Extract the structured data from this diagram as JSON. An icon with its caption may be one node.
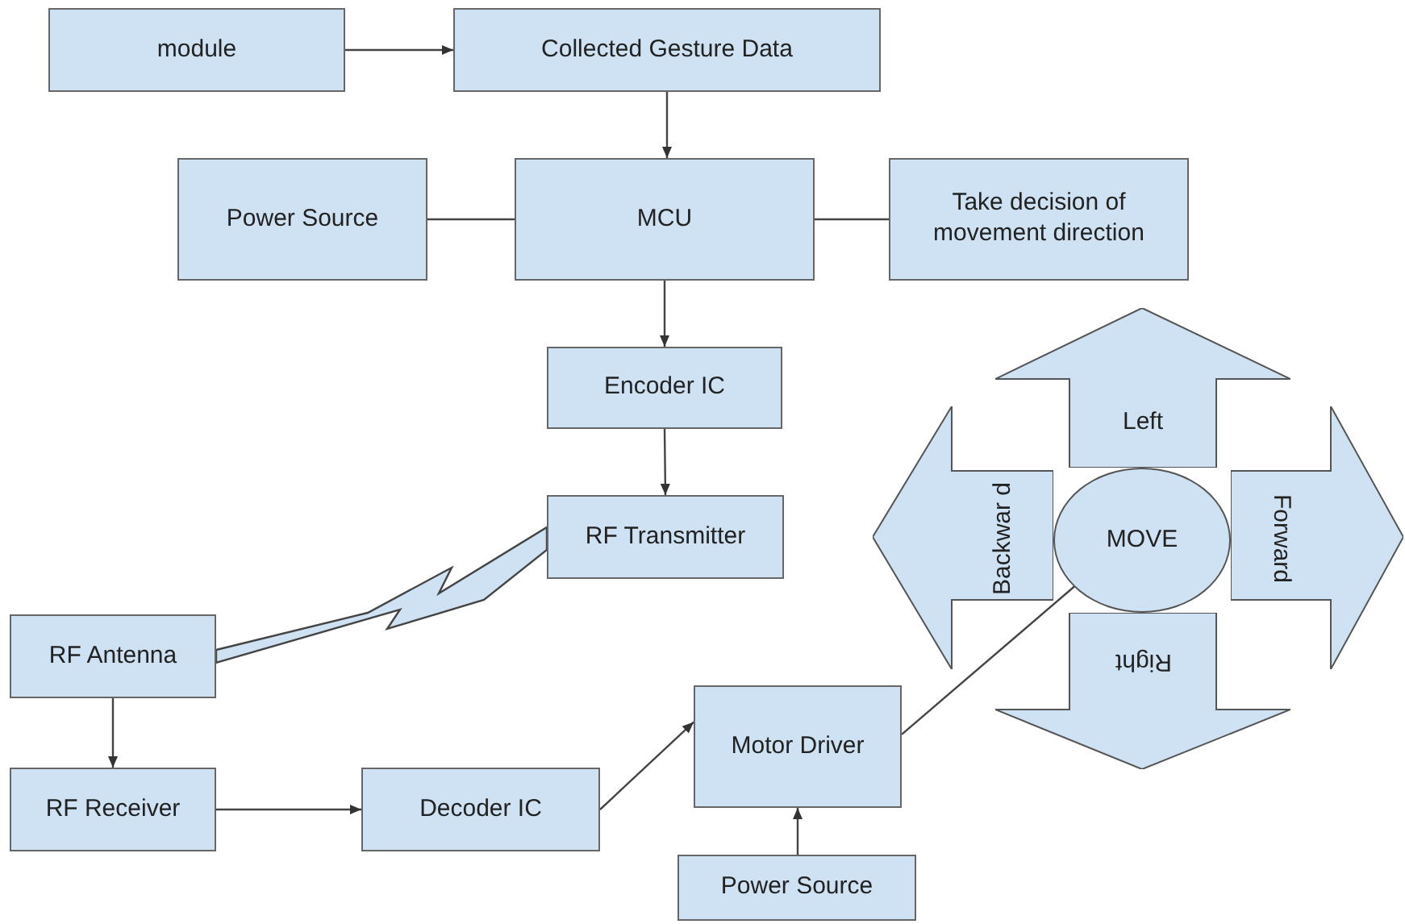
{
  "diagram": {
    "nodes": [
      {
        "text": [
          "module"
        ]
      },
      {
        "text": [
          "Collected Gesture Data"
        ]
      },
      {
        "text": [
          "Power Source"
        ]
      },
      {
        "text": [
          "MCU"
        ]
      },
      {
        "text": [
          "Take decision of movement direction"
        ]
      },
      {
        "text": [
          "Encoder IC"
        ]
      },
      {
        "text": [
          "RF Transmitter"
        ]
      },
      {
        "text": [
          "RF Antenna"
        ]
      },
      {
        "text": [
          "RF Receiver"
        ]
      },
      {
        "text": [
          "Decoder IC"
        ]
      },
      {
        "text": [
          "Motor Driver"
        ]
      },
      {
        "text": [
          "Power Source"
        ]
      },
      {
        "text": [
          "MOVE"
        ]
      },
      {
        "text": [
          "Left"
        ]
      },
      {
        "text": [
          "Backwar d"
        ]
      },
      {
        "text": [
          "Forward"
        ]
      },
      {
        "text": [
          "Right"
        ]
      }
    ],
    "edges": [
      {
        "from": 0,
        "to": 1,
        "arrow": "to"
      },
      {
        "from": 1,
        "to": 3,
        "arrow": "to"
      },
      {
        "from": 2,
        "to": 3,
        "arrow": "none"
      },
      {
        "from": 3,
        "to": 4,
        "arrow": "none"
      },
      {
        "from": 3,
        "to": 5,
        "arrow": "to"
      },
      {
        "from": 5,
        "to": 6,
        "arrow": "to"
      },
      {
        "from": 6,
        "to": 7,
        "arrow": "none"
      },
      {
        "from": 7,
        "to": 8,
        "arrow": "to"
      },
      {
        "from": 8,
        "to": 9,
        "arrow": "to"
      },
      {
        "from": 9,
        "to": 10,
        "arrow": "to"
      },
      {
        "from": 11,
        "to": 10,
        "arrow": "to"
      },
      {
        "from": 10,
        "to": 12,
        "arrow": "none"
      }
    ]
  }
}
